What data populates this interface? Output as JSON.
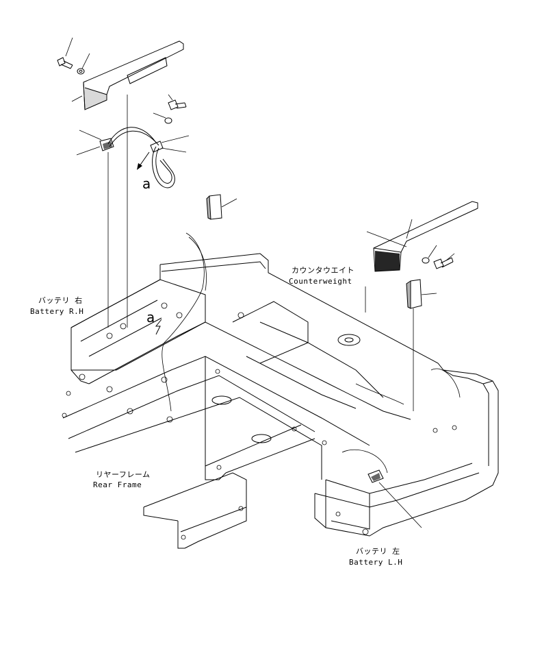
{
  "labels": {
    "counterweight_jp": "カウンタウエイト",
    "counterweight_en": "Counterweight",
    "battery_rh_jp": "バッテリ 右",
    "battery_rh_en": "Battery R.H",
    "battery_lh_jp": "バッテリ 左",
    "battery_lh_en": "Battery L.H",
    "rear_frame_jp": "リヤーフレーム",
    "rear_frame_en": "Rear Frame",
    "detail_a_upper": "a",
    "detail_a_lower": "a"
  }
}
